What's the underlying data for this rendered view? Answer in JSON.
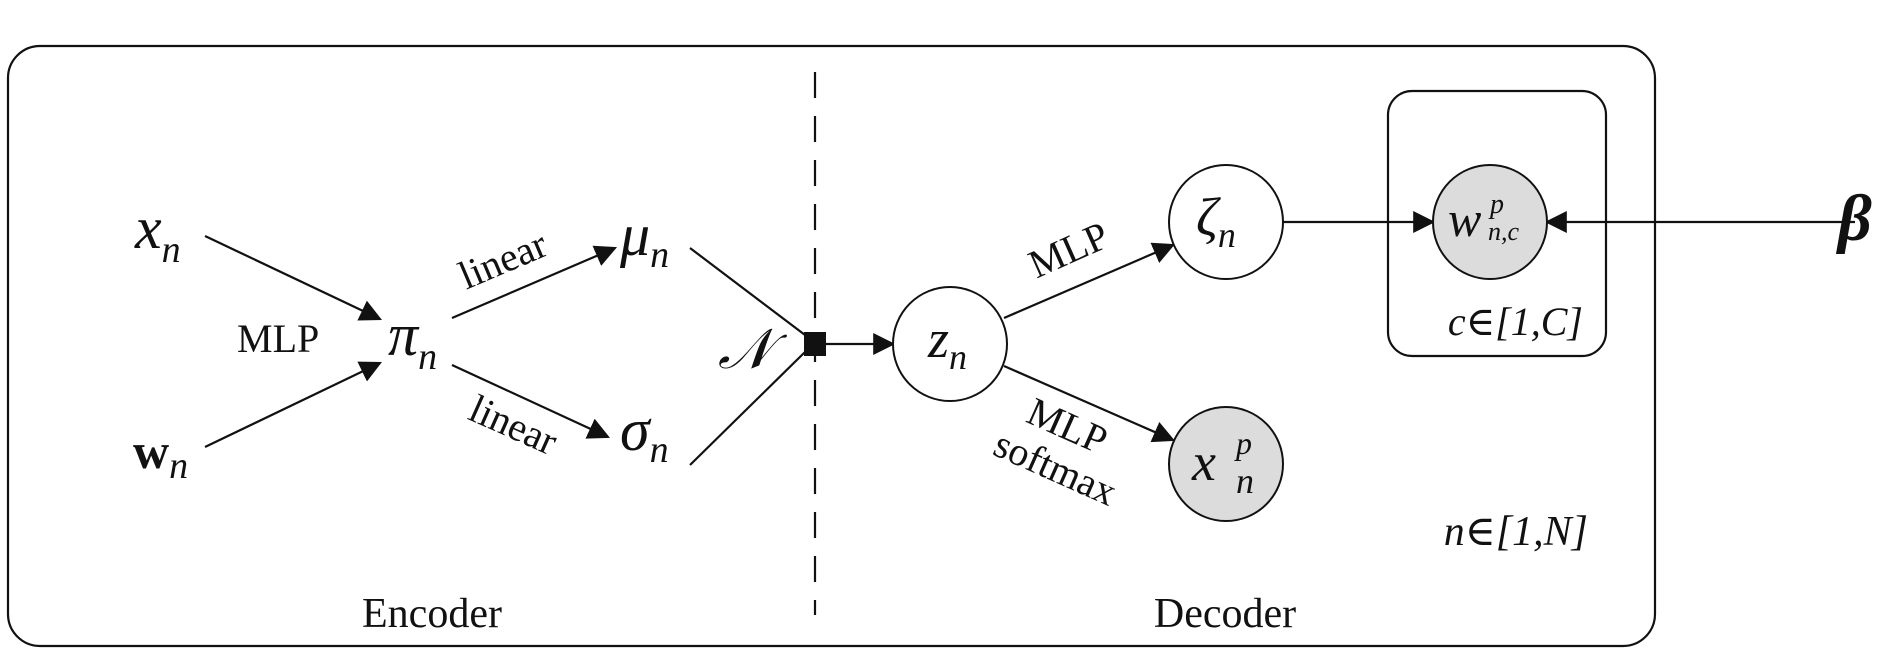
{
  "labels": {
    "encoder": "Encoder",
    "decoder": "Decoder",
    "mlp_in": "MLP",
    "linear_top": "linear",
    "linear_bottom": "linear",
    "mlp_top": "MLP",
    "mlp_bottom": "MLP",
    "softmax": "softmax"
  },
  "variables": {
    "x_sym": "x",
    "x_sub": "n",
    "w_sym": "w",
    "w_sub": "n",
    "pi_sym": "π",
    "pi_sub": "n",
    "mu_sym": "μ",
    "mu_sub": "n",
    "sigma_sym": "σ",
    "sigma_sub": "n",
    "normal": "𝒩",
    "z_sym": "z",
    "z_sub": "n",
    "zeta_sym": "ζ",
    "zeta_sub": "n",
    "xp_sym": "x",
    "xp_sup": "p",
    "xp_sub": "n",
    "wp_sym": "w",
    "wp_sup": "p",
    "wp_sub": "n,c",
    "beta": "β"
  },
  "plates": {
    "inner": "c∈[1,C]",
    "outer": "n∈[1,N]"
  },
  "colors": {
    "observed_fill": "#dcdcdc",
    "latent_fill": "#ffffff",
    "line": "#111111"
  }
}
